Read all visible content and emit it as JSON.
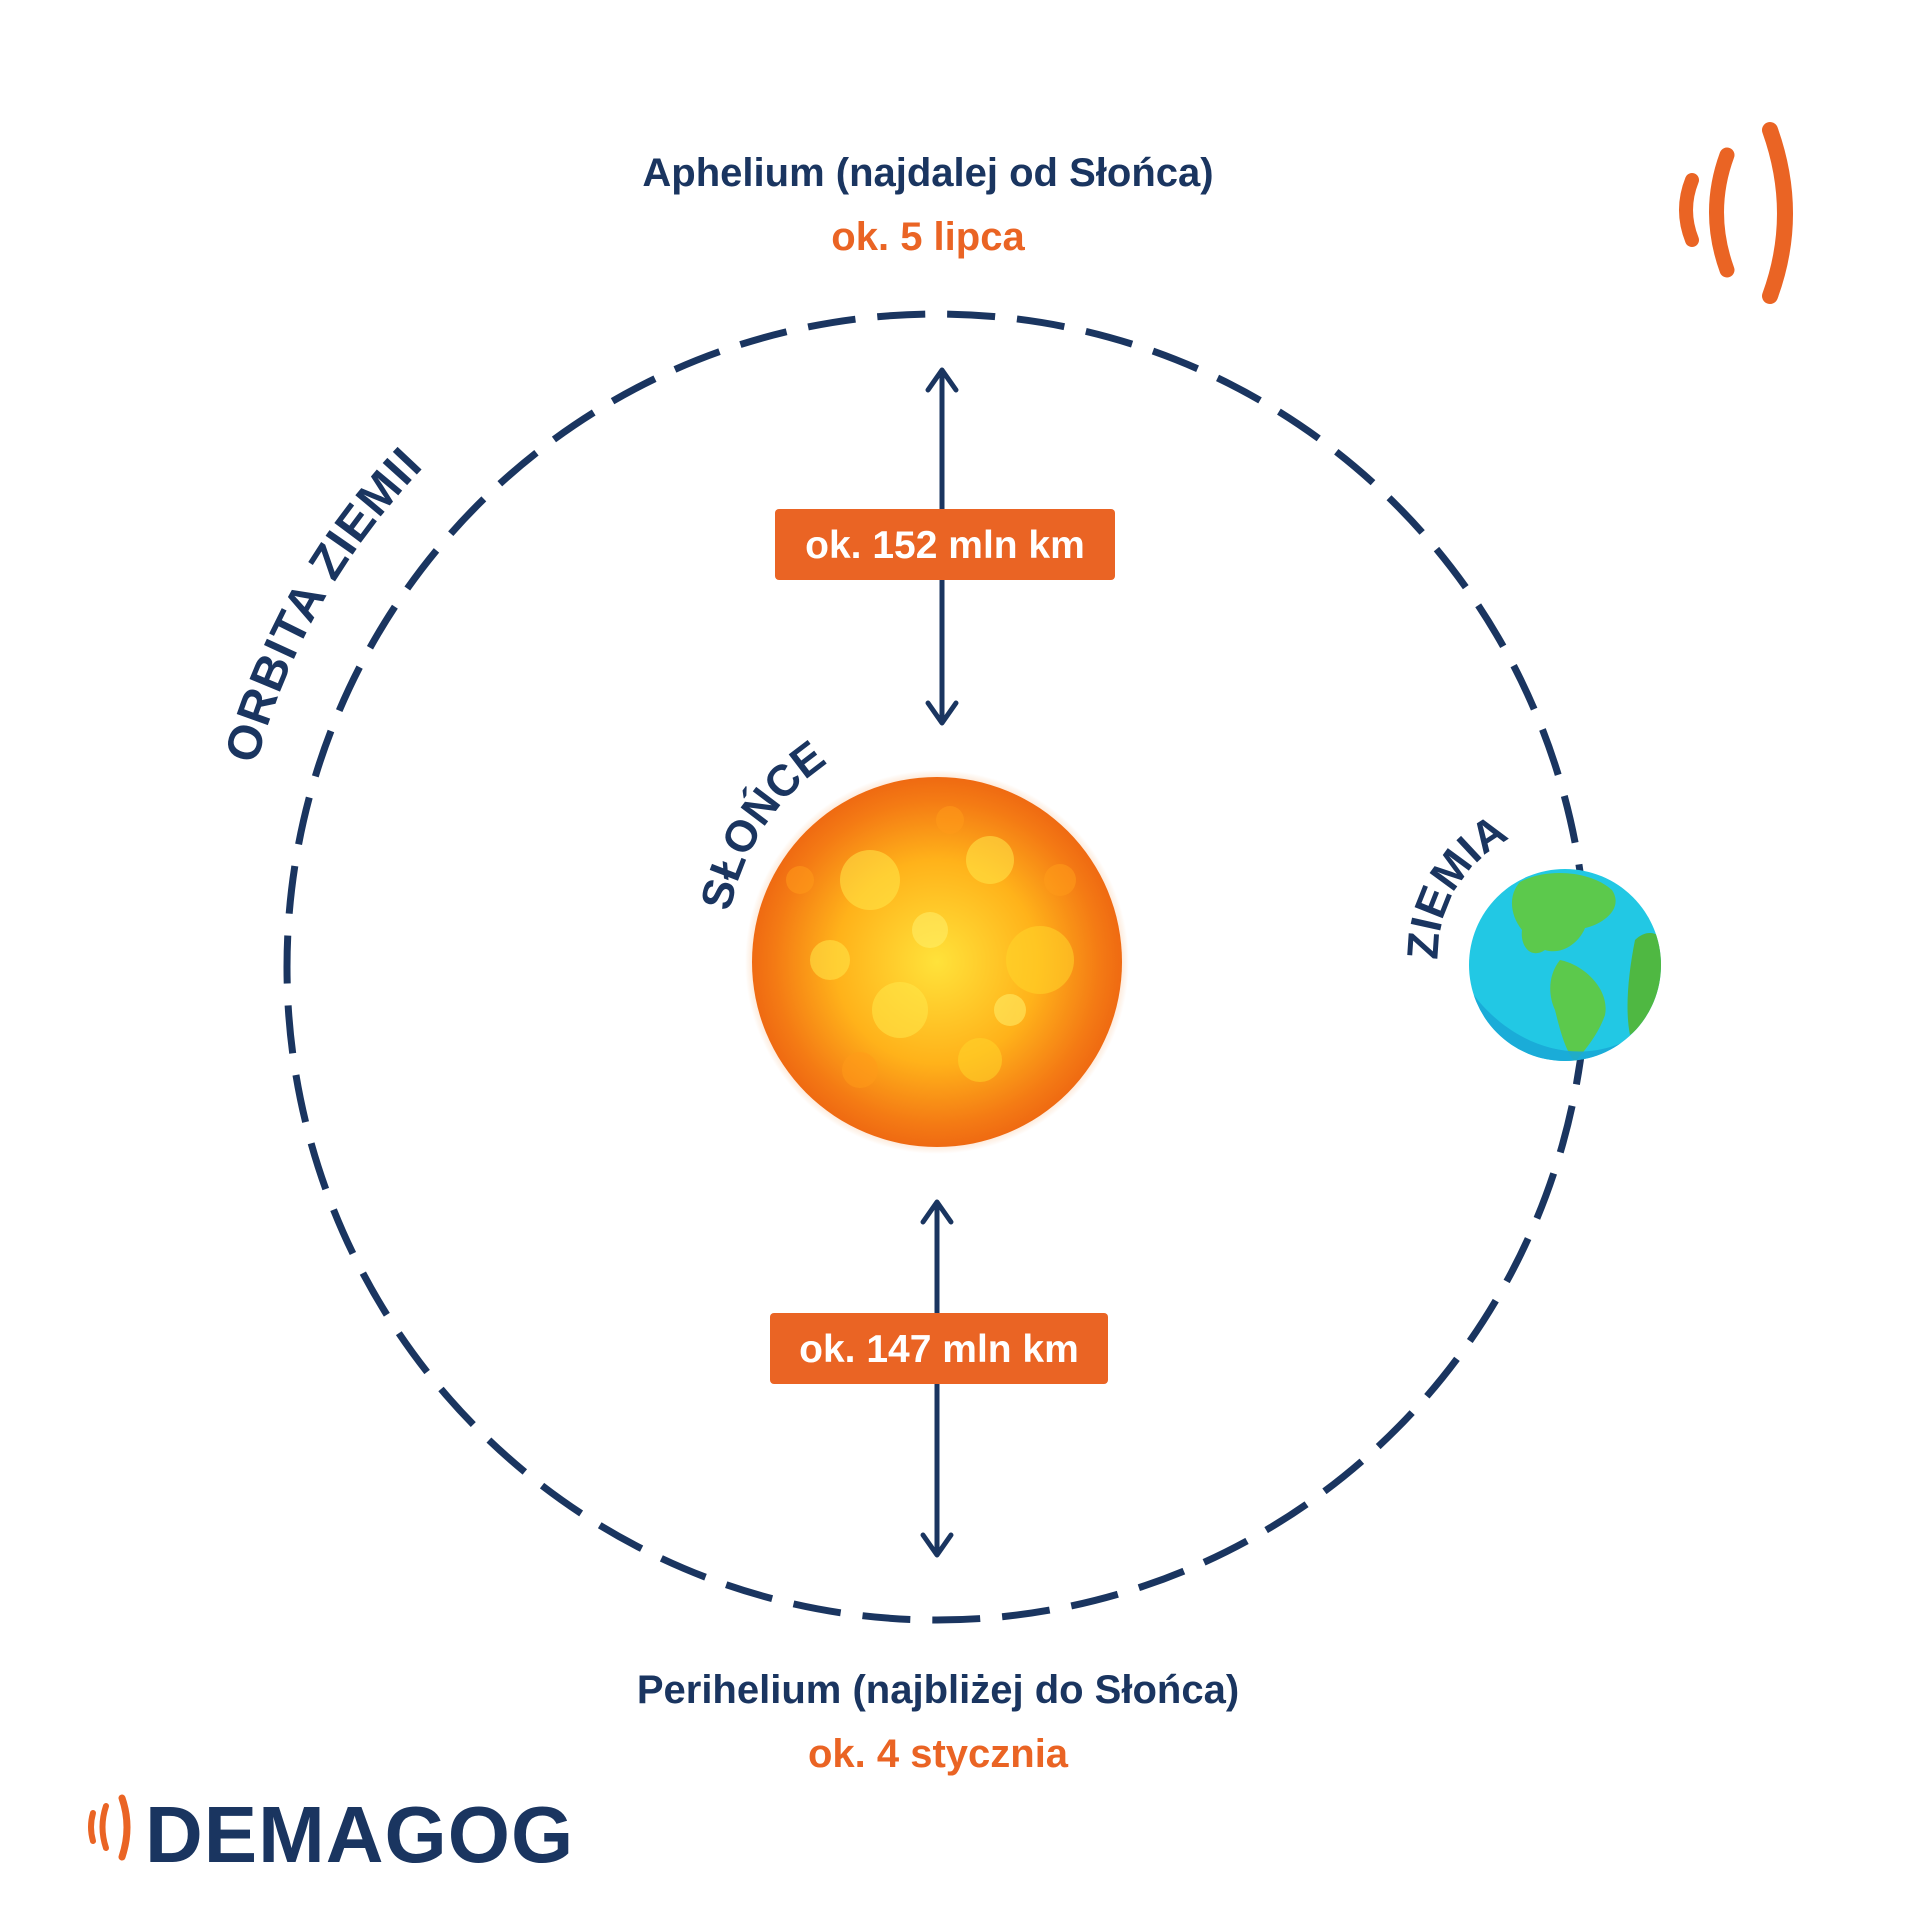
{
  "colors": {
    "navy": "#1a3560",
    "orange": "#ea6424",
    "white": "#ffffff",
    "sun_core": "#ffd21f",
    "sun_edge": "#f26a10",
    "ocean": "#22c8e4",
    "land": "#5cc94c"
  },
  "aphelion": {
    "title": "Aphelium (najdalej od Słońca)",
    "date": "ok. 5 lipca",
    "distance": "ok. 152 mln km"
  },
  "perihelion": {
    "title": "Perihelium (najbliżej do Słońca)",
    "date": "ok. 4 stycznia",
    "distance": "ok. 147 mln km"
  },
  "labels": {
    "orbit": "ORBITA ZIEMII",
    "sun": "SŁOŃCE",
    "earth": "ZIEMIA"
  },
  "brand": {
    "name": "DEMAGOG",
    "icon": "signal-waves-icon"
  }
}
